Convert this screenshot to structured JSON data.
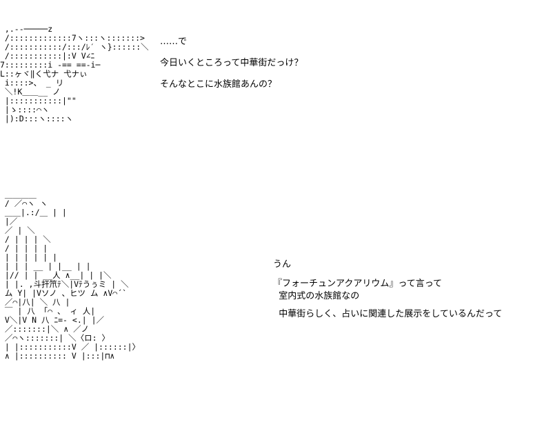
{
  "art_top": " ,.--─────z\n /:::::::::::::7ヽ:::ヽ:::::::>\n /:::::::::::/:::/ﾚ′ ヽ}::::::＼\n /:::::::::::|:V V∠ﾆ\n7:::::::::i -== ==-i─\nL::ヶヾ‖く弋ナ 弋ナぃ\n i::::>、 _ リ\n ＼!K＿＿__ ノ\n |:::::::::::|\"\"\n |ゝ::::⌒ヽ\n |):D:::ヽ::::ヽ",
  "art_bottom": " ＿＿＿＿\n / ／⌒ヽ ヽ\n ＿＿|.:/＿ | |\n |／\n ／ | ＼\n / | | | ＼\n / | | | |\n | | | | | |\n | | | __ | |__ | |\n |// | | __人 ∧__| | |＼\n | |. ,斗扞笊ﾃ＼|Vﾃうぅミ | ＼\n ム Y| |Vソノ 、ヒツ ム ∧V⌒´`\n ／⌒|八| ＼ 八 |\n ￣ | 八 「⌒ 、 ィ 人|\n V＼|V N 八 ﾆ=‐ <.| |／\n ／:::::::|＼ ∧ ／ノ\n ／⌒ヽ:::::::| ＼〈ロ: 〉\n | |:::::::::::V ／ |::::::|〉\n ∧ |:::::::::: V |:::|⊓∧",
  "dialogue_top": [
    "……で",
    "今日いくところって中華街だっけ？",
    "そんなとこに水族館あんの？"
  ],
  "dialogue_bottom": {
    "reply": "うん",
    "line1": "『フォーチュンアクアリウム』って言って",
    "line2": "  室内式の水族館なの",
    "line3": "  中華街らしく、占いに関連した展示をしているんだって"
  }
}
